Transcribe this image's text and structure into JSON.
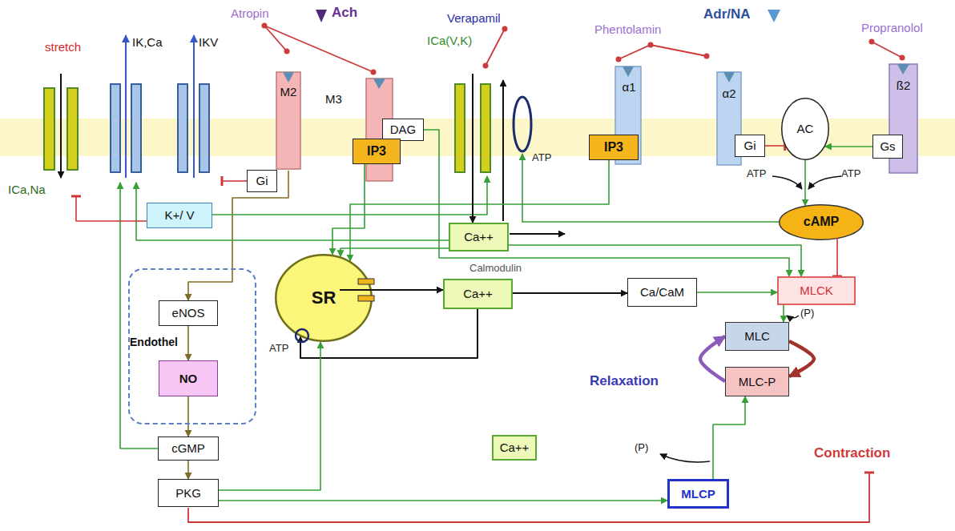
{
  "diagram": {
    "nodes": [
      {
        "text": [
          "stretch",
          "ICa,Na"
        ]
      },
      {
        "text": [
          "IK,Ca"
        ]
      },
      {
        "text": [
          "IKV"
        ]
      },
      {
        "text": [
          "M2"
        ]
      },
      {
        "text": [
          "Gi"
        ]
      },
      {
        "text": [
          "M3"
        ]
      },
      {
        "text": [
          "DAG"
        ],
        "in": 5
      },
      {
        "text": [
          "IP3"
        ],
        "in": 5
      },
      {
        "text": [
          "ICa(V,K)"
        ]
      },
      {
        "text": [
          "α1"
        ]
      },
      {
        "text": [
          "IP3"
        ],
        "in": 9
      },
      {
        "text": [
          "α2"
        ]
      },
      {
        "text": [
          "Gi"
        ],
        "in": 11
      },
      {
        "text": [
          "AC"
        ]
      },
      {
        "text": [
          "ß2"
        ]
      },
      {
        "text": [
          "Gs"
        ],
        "in": 14
      },
      {
        "text": [
          "K+/ V"
        ]
      },
      {
        "text": [
          "Ca++"
        ]
      },
      {
        "text": [
          "cAMP"
        ]
      },
      {
        "text": [
          "Endothel"
        ]
      },
      {
        "text": [
          "eNOS"
        ],
        "in": 19
      },
      {
        "text": [
          "NO"
        ],
        "in": 19
      },
      {
        "text": [
          "SR"
        ]
      },
      {
        "text": [
          "Ca++"
        ]
      },
      {
        "text": [
          "Ca/CaM"
        ]
      },
      {
        "text": [
          "MLCK"
        ]
      },
      {
        "text": [
          "MLC"
        ]
      },
      {
        "text": [
          "MLC-P"
        ]
      },
      {
        "text": [
          "cGMP"
        ]
      },
      {
        "text": [
          "Ca++"
        ]
      },
      {
        "text": [
          "PKG"
        ]
      },
      {
        "text": [
          "MLCP"
        ]
      }
    ],
    "edges": [
      {
        "from": 4,
        "to": 2,
        "arrow": "to"
      },
      {
        "from": 3,
        "to": 20,
        "arrow": "to"
      },
      {
        "from": 20,
        "to": 21,
        "arrow": "to"
      },
      {
        "from": 21,
        "to": 28,
        "arrow": "to"
      },
      {
        "from": 28,
        "to": 30,
        "arrow": "to"
      },
      {
        "from": 28,
        "to": 1,
        "arrow": "to"
      },
      {
        "from": 17,
        "to": 1,
        "arrow": "to"
      },
      {
        "from": 16,
        "to": 8,
        "arrow": "to"
      },
      {
        "from": 16,
        "to": 0,
        "arrow": "to"
      },
      {
        "from": 7,
        "to": 22,
        "arrow": "to"
      },
      {
        "from": 17,
        "to": 22,
        "arrow": "to"
      },
      {
        "from": 10,
        "to": 22,
        "arrow": "to"
      },
      {
        "from": 6,
        "to": 25,
        "arrow": "to"
      },
      {
        "from": 17,
        "to": 25,
        "arrow": "to"
      },
      {
        "from": 8,
        "to": 17,
        "arrow": "to"
      },
      {
        "from": 22,
        "to": 23,
        "arrow": "to"
      },
      {
        "from": 23,
        "to": 24,
        "arrow": "to"
      },
      {
        "from": 23,
        "to": 22,
        "arrow": "to"
      },
      {
        "from": 24,
        "to": 25,
        "arrow": "to"
      },
      {
        "from": 18,
        "to": 25,
        "arrow": "to"
      },
      {
        "from": 25,
        "to": 26,
        "arrow": "to"
      },
      {
        "from": 26,
        "to": 27,
        "arrow": "to"
      },
      {
        "from": 27,
        "to": 26,
        "arrow": "to"
      },
      {
        "from": 31,
        "to": 27,
        "arrow": "to"
      },
      {
        "from": 12,
        "to": 13,
        "arrow": "to"
      },
      {
        "from": 15,
        "to": 13,
        "arrow": "to"
      },
      {
        "from": 13,
        "to": 18,
        "arrow": "to"
      },
      {
        "from": 30,
        "to": 22,
        "arrow": "to"
      },
      {
        "from": 30,
        "to": 31,
        "arrow": "to"
      }
    ],
    "labels": [
      "Atropin",
      "Ach",
      "Verapamil",
      "Adr/NA",
      "Phentolamin",
      "Propranolol",
      "ATP",
      "ATP",
      "ATP",
      "Calmodulin",
      "(P)",
      "Relaxation",
      "ATP",
      "(P)",
      "Contraction"
    ]
  }
}
